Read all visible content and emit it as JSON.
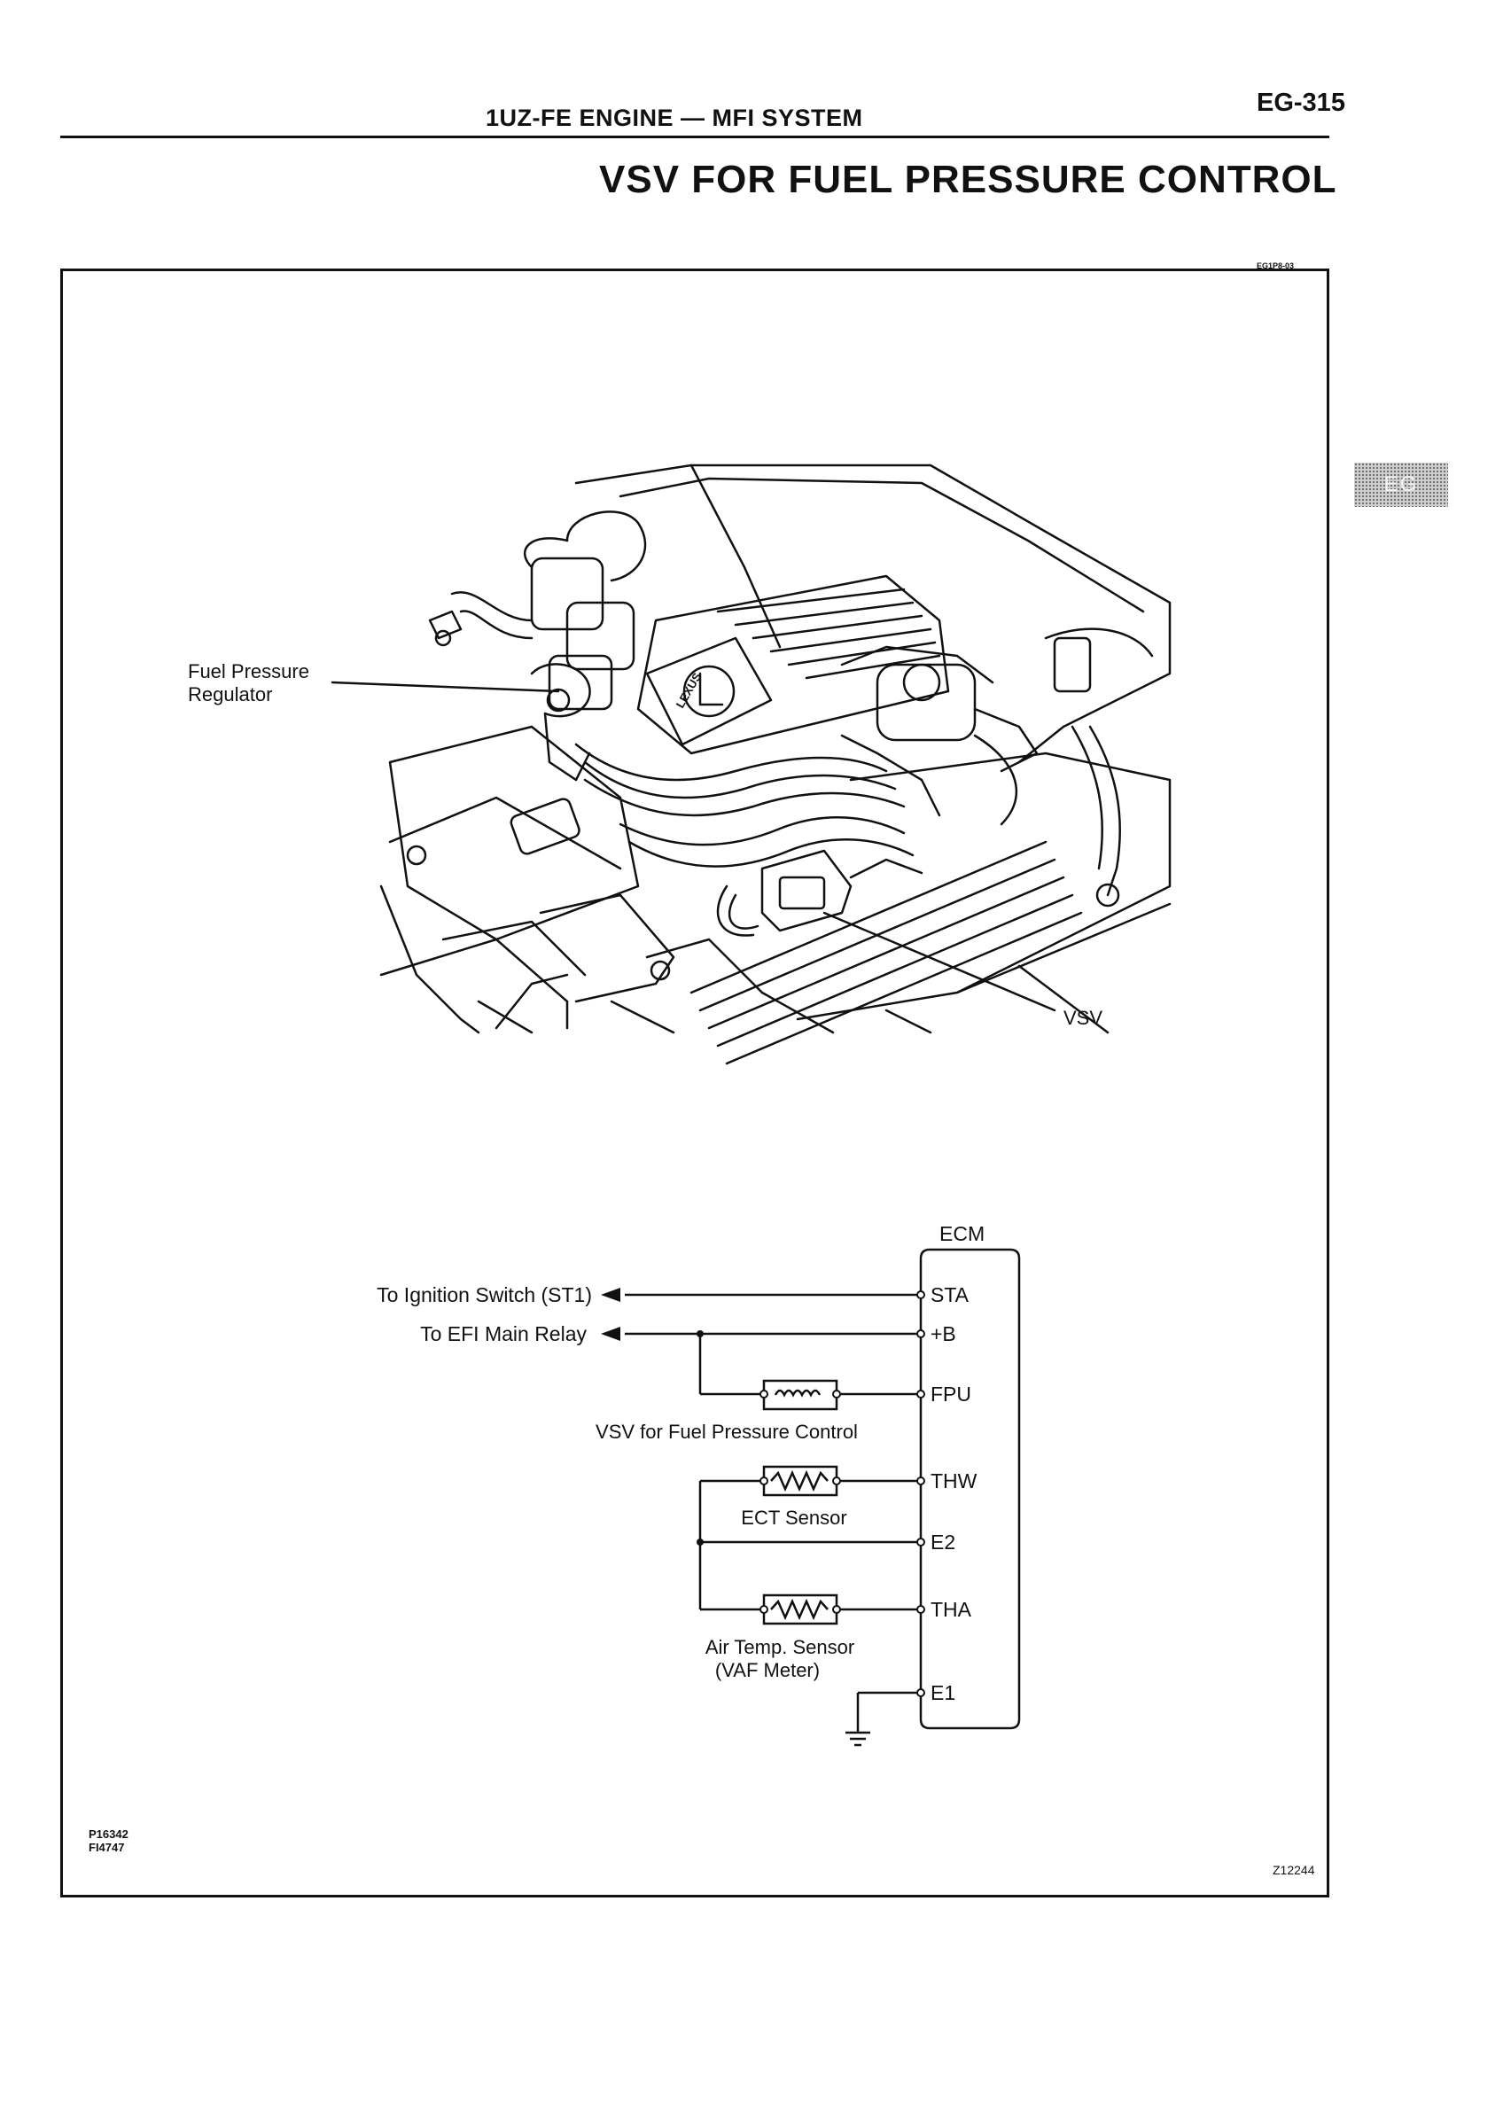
{
  "header": {
    "title": "1UZ-FE ENGINE — MFI SYSTEM",
    "page_number": "EG-315"
  },
  "section": {
    "title": "VSV FOR FUEL PRESSURE CONTROL",
    "doc_code": "EG1P8-03"
  },
  "side_tab": {
    "label": "EG"
  },
  "illustration": {
    "labels": {
      "regulator_line1": "Fuel Pressure",
      "regulator_line2": "Regulator",
      "vsv": "VSV"
    },
    "emblem": "LEXUS"
  },
  "wiring": {
    "ecm_label": "ECM",
    "terminals": [
      "STA",
      "+B",
      "FPU",
      "THW",
      "E2",
      "THA",
      "E1"
    ],
    "ignition_label": "To Ignition Switch (ST1)",
    "relay_label": "To EFI Main Relay",
    "vsv_label": "VSV for Fuel Pressure Control",
    "ect_label": "ECT Sensor",
    "air_temp_line1": "Air Temp. Sensor",
    "air_temp_line2": "(VAF Meter)"
  },
  "figure_refs": {
    "ref1": "P16342",
    "ref2": "FI4747",
    "illustration_code": "Z12244"
  }
}
